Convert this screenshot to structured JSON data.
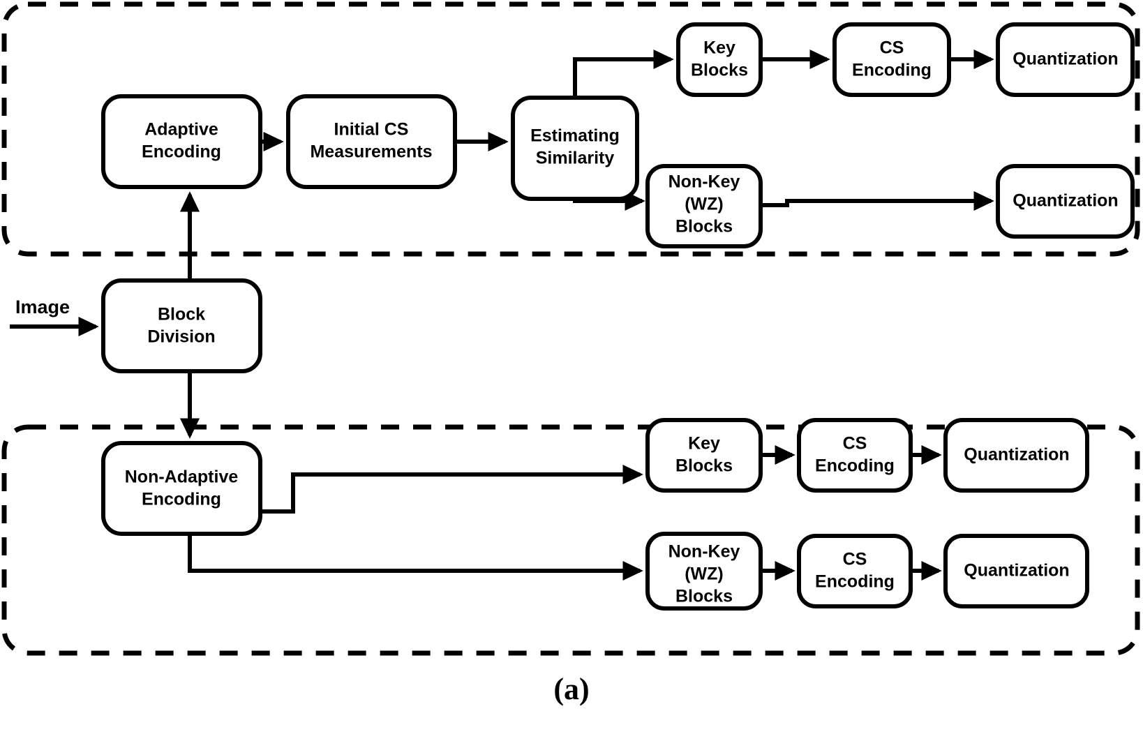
{
  "figure": {
    "caption": "(a)",
    "input_label": "Image",
    "colors": {
      "stroke": "#000000",
      "fill": "#ffffff",
      "background": "#ffffff"
    }
  },
  "nodes": {
    "block_division": "Block Division",
    "block_division_l1": "Block",
    "block_division_l2": "Division",
    "adaptive_encoding_l1": "Adaptive",
    "adaptive_encoding_l2": "Encoding",
    "initial_cs_l1": "Initial CS",
    "initial_cs_l2": "Measurements",
    "estimating_similarity_l1": "Estimating",
    "estimating_similarity_l2": "Similarity",
    "top_key_blocks_l1": "Key",
    "top_key_blocks_l2": "Blocks",
    "top_cs_encoding_l1": "CS",
    "top_cs_encoding_l2": "Encoding",
    "top_quantization_1": "Quantization",
    "top_nonkey_l1": "Non-Key",
    "top_nonkey_l2": "(WZ)",
    "top_nonkey_l3": "Blocks",
    "top_quantization_2": "Quantization",
    "non_adaptive_encoding_l1": "Non-Adaptive",
    "non_adaptive_encoding_l2": "Encoding",
    "bot_key_blocks_l1": "Key",
    "bot_key_blocks_l2": "Blocks",
    "bot_cs_encoding_1_l1": "CS",
    "bot_cs_encoding_1_l2": "Encoding",
    "bot_quantization_1": "Quantization",
    "bot_nonkey_l1": "Non-Key",
    "bot_nonkey_l2": "(WZ)",
    "bot_nonkey_l3": "Blocks",
    "bot_cs_encoding_2_l1": "CS",
    "bot_cs_encoding_2_l2": "Encoding",
    "bot_quantization_2": "Quantization"
  },
  "panels": {
    "top_panel_name": "adaptive-encoding-branch",
    "bottom_panel_name": "non-adaptive-encoding-branch"
  }
}
